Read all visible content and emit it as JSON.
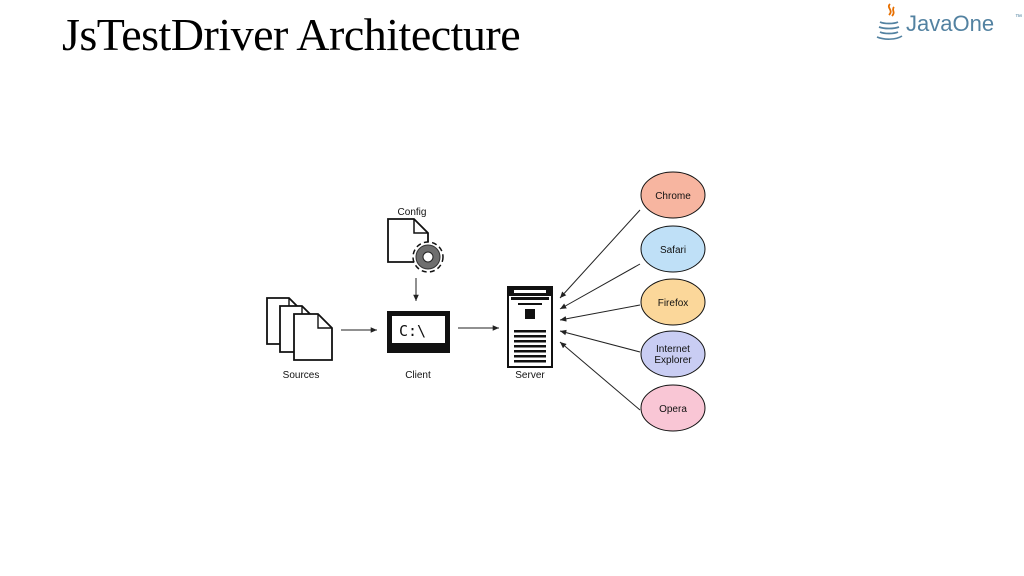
{
  "slide": {
    "title": "JsTestDriver Architecture"
  },
  "logo": {
    "brand": "JavaOne",
    "icon": "java-cup-icon"
  },
  "diagram": {
    "config_label": "Config",
    "sources_label": "Sources",
    "client_label": "Client",
    "client_prompt": "C:\\",
    "server_label": "Server",
    "browsers": [
      {
        "line1": "Chrome",
        "line2": "",
        "color": "#f7b5a0"
      },
      {
        "line1": "Safari",
        "line2": "",
        "color": "#bfe0f7"
      },
      {
        "line1": "Firefox",
        "line2": "",
        "color": "#fbd79a"
      },
      {
        "line1": "Internet",
        "line2": "Explorer",
        "color": "#c9cdf3"
      },
      {
        "line1": "Opera",
        "line2": "",
        "color": "#f9c6d5"
      }
    ]
  }
}
